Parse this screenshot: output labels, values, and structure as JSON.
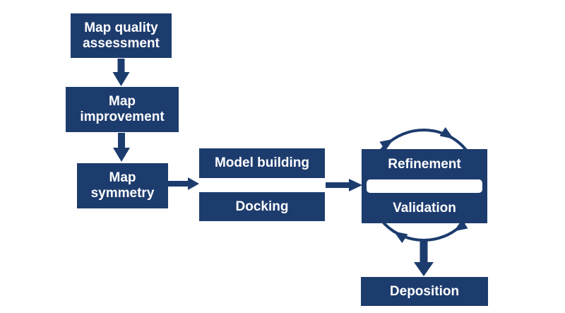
{
  "colors": {
    "node_fill": "#1d3c6e",
    "text": "#ffffff",
    "background": "#ffffff"
  },
  "nodes": [
    {
      "id": "map-quality-assessment",
      "lines": [
        "Map quality",
        "assessment"
      ]
    },
    {
      "id": "map-improvement",
      "lines": [
        "Map",
        "improvement"
      ]
    },
    {
      "id": "map-symmetry",
      "lines": [
        "Map",
        "symmetry"
      ]
    },
    {
      "id": "model-building",
      "lines": [
        "Model building"
      ]
    },
    {
      "id": "docking",
      "lines": [
        "Docking"
      ]
    },
    {
      "id": "refinement",
      "lines": [
        "Refinement"
      ]
    },
    {
      "id": "validation",
      "lines": [
        "Validation"
      ]
    },
    {
      "id": "deposition",
      "lines": [
        "Deposition"
      ]
    }
  ],
  "edges": [
    {
      "from": "map-quality-assessment",
      "to": "map-improvement",
      "style": "block-arrow-down"
    },
    {
      "from": "map-improvement",
      "to": "map-symmetry",
      "style": "block-arrow-down"
    },
    {
      "from": "map-symmetry",
      "to": "model-building / docking",
      "style": "block-arrow-right"
    },
    {
      "from": "model-building / docking",
      "to": "refinement / validation",
      "style": "block-arrow-right"
    },
    {
      "between": [
        "refinement",
        "validation"
      ],
      "style": "circular-cycle",
      "direction": "clockwise",
      "arrowheads": 4
    },
    {
      "from": "refinement / validation",
      "to": "deposition",
      "style": "block-arrow-down"
    }
  ]
}
